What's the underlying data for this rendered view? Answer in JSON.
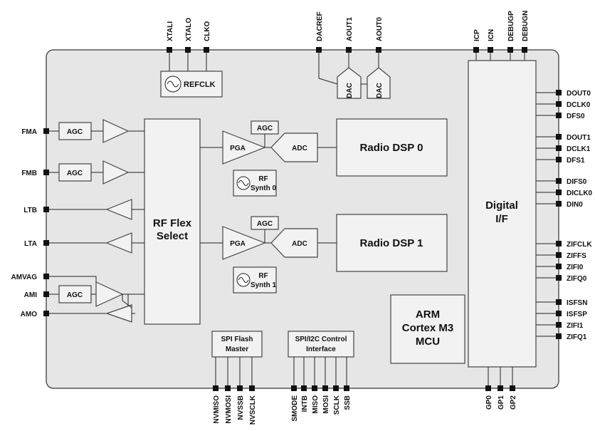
{
  "blocks": {
    "rf_flex": [
      "RF Flex",
      "Select"
    ],
    "radio_dsp0": "Radio DSP 0",
    "radio_dsp1": "Radio DSP 1",
    "digital_if": [
      "Digital",
      "I/F"
    ],
    "arm": [
      "ARM",
      "Cortex M3",
      "MCU"
    ],
    "refclk": "REFCLK",
    "pga": "PGA",
    "adc": "ADC",
    "agc": "AGC",
    "dac": "DAC",
    "rf_synth0": [
      "RF",
      "Synth 0"
    ],
    "rf_synth1": [
      "RF",
      "Synth 1"
    ],
    "spi_flash": [
      "SPI Flash",
      "Master"
    ],
    "spi_i2c": [
      "SPI/I2C Control",
      "Interface"
    ]
  },
  "pins": {
    "left": [
      "FMA",
      "FMB",
      "LTB",
      "LTA",
      "AMVAG",
      "AMI",
      "AMO"
    ],
    "top_clk": [
      "XTALI",
      "XTALO",
      "CLKO"
    ],
    "top_dac": [
      "DACREF",
      "AOUT1",
      "AOUT0"
    ],
    "top_dbg": [
      "ICP",
      "ICN",
      "DEBUGP",
      "DEBUGN"
    ],
    "right": [
      "DOUT0",
      "DCLK0",
      "DFS0",
      "DOUT1",
      "DCLK1",
      "DFS1",
      "DIFS0",
      "DICLK0",
      "DIN0",
      "ZIFCLK",
      "ZIFFS",
      "ZIFI0",
      "ZIFQ0",
      "ISFSN",
      "ISFSP",
      "ZIFI1",
      "ZIFQ1"
    ],
    "bottom_flash": [
      "NVMISO",
      "NVMOSI",
      "NVSSB",
      "NVSCLK"
    ],
    "bottom_ctrl": [
      "SMODE",
      "INTB",
      "MISO",
      "MOSI",
      "SCLK",
      "SSB"
    ],
    "bottom_gp": [
      "GP0",
      "GP1",
      "GP2"
    ]
  }
}
